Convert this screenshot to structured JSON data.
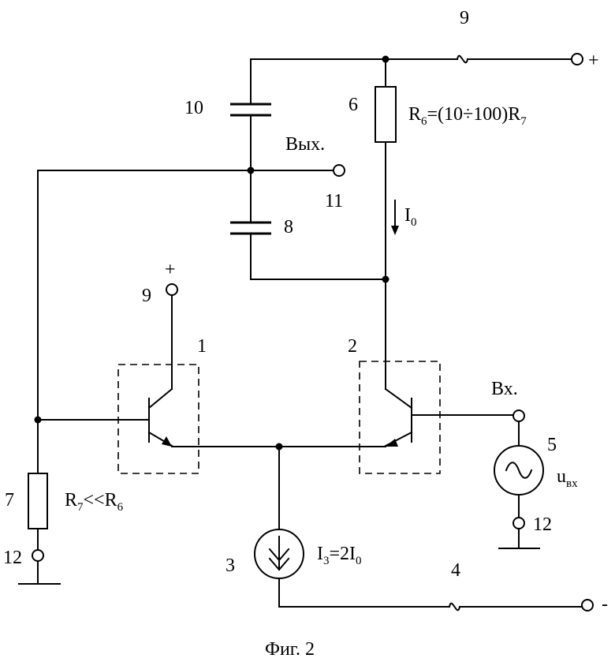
{
  "labels": {
    "n9_top": "9",
    "plus_top": "+",
    "n10": "10",
    "n6": "6",
    "r6_R": "R",
    "r6_sub": "6",
    "r6_mid": "=(10÷100)R",
    "r6_sub2": "7",
    "vyh": "Вых.",
    "n11": "11",
    "i0_I": "I",
    "i0_sub": "0",
    "n8": "8",
    "plus_left": "+",
    "n9_left": "9",
    "n1": "1",
    "n2": "2",
    "vh": "Вх.",
    "n5": "5",
    "u": "u",
    "u_sub": "вх",
    "n7": "7",
    "r7_R": "R",
    "r7_sub": "7",
    "r7_mid": "<<R",
    "r7_sub2": "6",
    "n12_left": "12",
    "n12_right": "12",
    "n3": "3",
    "i3_I": "I",
    "i3_sub": "3",
    "i3_mid": "=2I",
    "i3_sub2": "0",
    "n4": "4",
    "minus": "-",
    "caption": "Фиг. 2"
  }
}
